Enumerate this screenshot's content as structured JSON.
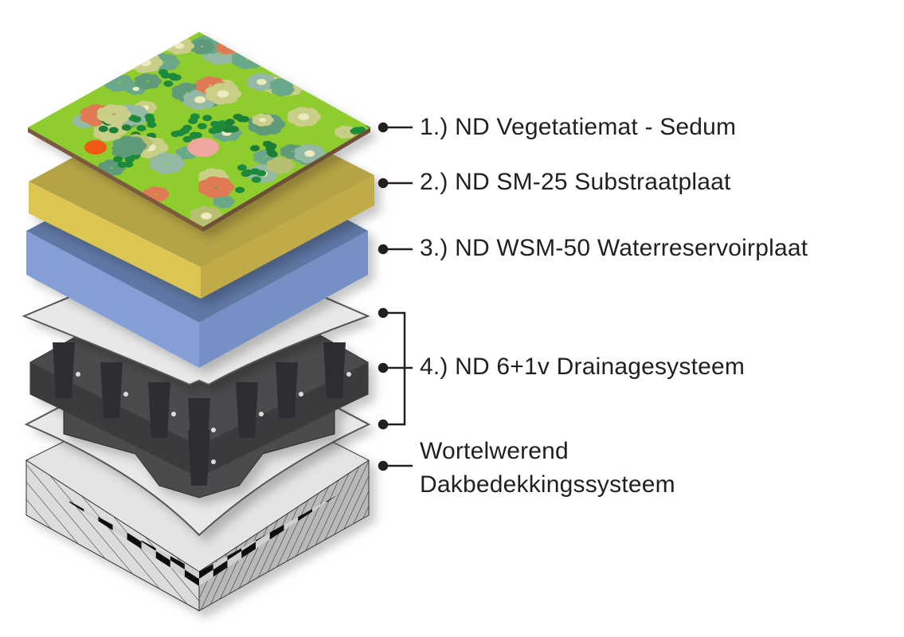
{
  "title": "Groendak opbouw",
  "colors": {
    "vegetation": "#8cc63f",
    "substrate": "#c9b24a",
    "reservoir": "#7f98c8",
    "drainage": "#3a3b3d",
    "fleece": "#e6e6e6",
    "leader": "#231f20"
  },
  "layers": [
    {
      "label": "1.) ND Vegetatiemat - Sedum"
    },
    {
      "label": "2.) ND SM-25 Substraatplaat"
    },
    {
      "label": "3.) ND WSM-50 Waterreservoirplaat"
    },
    {
      "label": "4.) ND 6+1v Drainagesysteem"
    },
    {
      "label_line1": "Wortelwerend",
      "label_line2": "Dakbedekkingssysteem"
    }
  ]
}
